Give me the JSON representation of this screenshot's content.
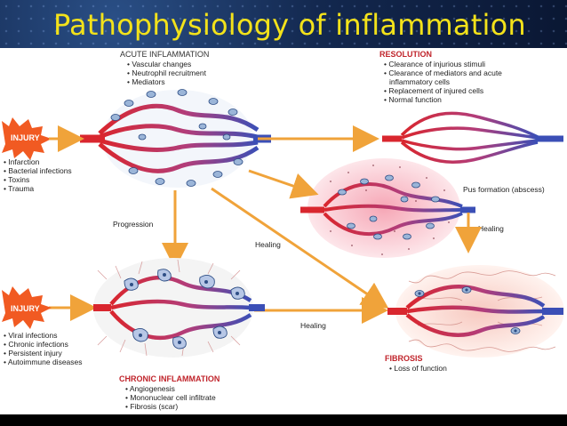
{
  "title": "Pathophysiology of inflammation",
  "colors": {
    "title": "#f3e21a",
    "arrow": "#f0a33a",
    "red_heading": "#c0242b",
    "injury_burst": "#f15a22"
  },
  "acute": {
    "heading": "ACUTE INFLAMMATION",
    "items": [
      "• Vascular changes",
      "• Neutrophil recruitment",
      "• Mediators"
    ]
  },
  "resolution": {
    "heading": "RESOLUTION",
    "items": [
      "• Clearance of injurious stimuli",
      "• Clearance of mediators and acute",
      "  inflammatory cells",
      "• Replacement of injured cells",
      "• Normal function"
    ]
  },
  "injury_top": {
    "label": "INJURY",
    "items": [
      "• Infarction",
      "• Bacterial infections",
      "• Toxins",
      "• Trauma"
    ]
  },
  "injury_bottom": {
    "label": "INJURY",
    "items": [
      "• Viral infections",
      "• Chronic infections",
      "• Persistent injury",
      "• Autoimmune diseases"
    ]
  },
  "chronic": {
    "heading": "CHRONIC INFLAMMATION",
    "items": [
      "• Angiogenesis",
      "• Mononuclear cell infiltrate",
      "• Fibrosis (scar)"
    ]
  },
  "fibrosis": {
    "heading": "FIBROSIS",
    "items": [
      "• Loss of function"
    ]
  },
  "labels": {
    "pus": "Pus formation (abscess)",
    "healing_right": "Healing",
    "progression": "Progression",
    "healing_diag": "Healing",
    "healing_bottom": "Healing"
  }
}
